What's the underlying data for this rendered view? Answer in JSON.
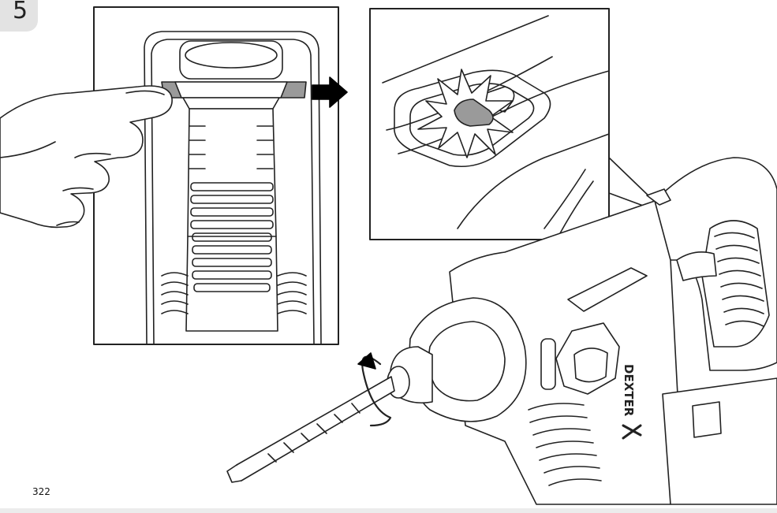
{
  "step": {
    "number": "5"
  },
  "footer": {
    "page_number": "322"
  },
  "brand": {
    "logo_text": "DEXTER"
  },
  "illustration": {
    "line_color": "#222222",
    "tab_color": "#e3e3e3",
    "highlight_color": "#9a9a9a",
    "arrow_color": "#000000"
  }
}
